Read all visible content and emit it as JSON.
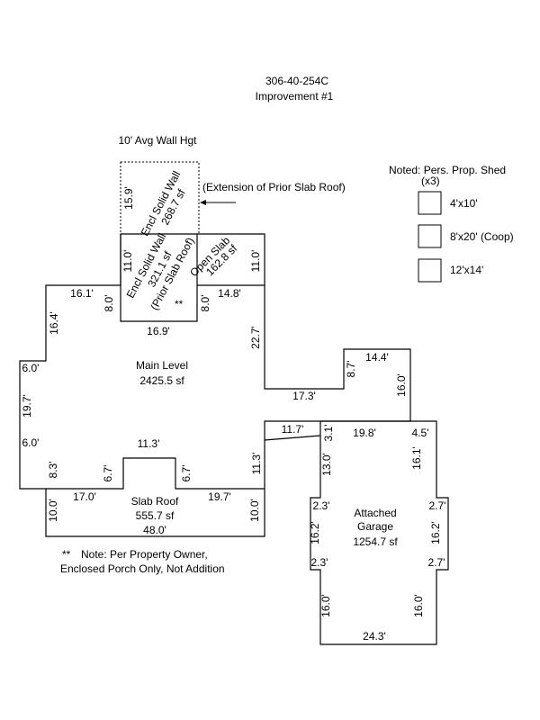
{
  "header": {
    "parcel_id": "306-40-254C",
    "improvement": "Improvement #1",
    "wall_height": "10' Avg Wall Hgt"
  },
  "legend": {
    "title": "Noted: Pers. Prop. Shed",
    "count": "(x3)",
    "items": [
      "4'x10'",
      "8'x20' (Coop)",
      "12'x14'"
    ]
  },
  "areas": {
    "extension_line1": "Encl Solid Wall",
    "extension_line2": "268.7 sf",
    "extension_note": "(Extension of Prior Slab Roof)",
    "prior_line1": "Encl Solid Wall",
    "prior_line2": "321.1 sf",
    "prior_line3": "(Prior Slab Roof)",
    "prior_mark": "**",
    "open_line1": "Open Slab",
    "open_line2": "162.8 sf",
    "main_line1": "Main Level",
    "main_line2": "2425.5 sf",
    "slab_line1": "Slab Roof",
    "slab_line2": "555.7 sf",
    "garage_line1": "Attached",
    "garage_line2": "Garage",
    "garage_line3": "1254.7 sf"
  },
  "dimensions": {
    "ext_side": "15.9'",
    "prior_left": "11.0'",
    "open_right": "11.0'",
    "d_16_1": "16.1'",
    "d_8_0a": "8.0'",
    "d_8_0b": "8.0'",
    "d_14_8": "14.8'",
    "d_16_9": "16.9'",
    "d_16_4": "16.4'",
    "d_22_7": "22.7'",
    "d_6_0a": "6.0'",
    "d_19_7v": "19.7'",
    "d_6_0b": "6.0'",
    "d_17_3": "17.3'",
    "d_8_7": "8.7'",
    "d_14_4": "14.4'",
    "d_16_0a": "16.0'",
    "d_11_7": "11.7'",
    "d_3_1": "3.1'",
    "d_19_8": "19.8'",
    "d_4_5": "4.5'",
    "d_11_3top": "11.3'",
    "d_8_3": "8.3'",
    "d_6_7a": "6.7'",
    "d_6_7b": "6.7'",
    "d_11_3": "11.3'",
    "d_17_0": "17.0'",
    "d_19_7h": "19.7'",
    "d_10_0a": "10.0'",
    "d_10_0b": "10.0'",
    "d_48_0": "48.0'",
    "d_13_0": "13.0'",
    "d_16_1g": "16.1'",
    "d_2_3a": "2.3'",
    "d_2_7a": "2.7'",
    "d_16_2a": "16.2'",
    "d_16_2b": "16.2'",
    "d_2_3b": "2.3'",
    "d_2_7b": "2.7'",
    "d_16_0b": "16.0'",
    "d_16_0c": "16.0'",
    "d_24_3": "24.3'"
  },
  "note": {
    "mark": "**",
    "line1": "Note: Per Property Owner,",
    "line2": "Enclosed Porch Only, Not Addition"
  }
}
